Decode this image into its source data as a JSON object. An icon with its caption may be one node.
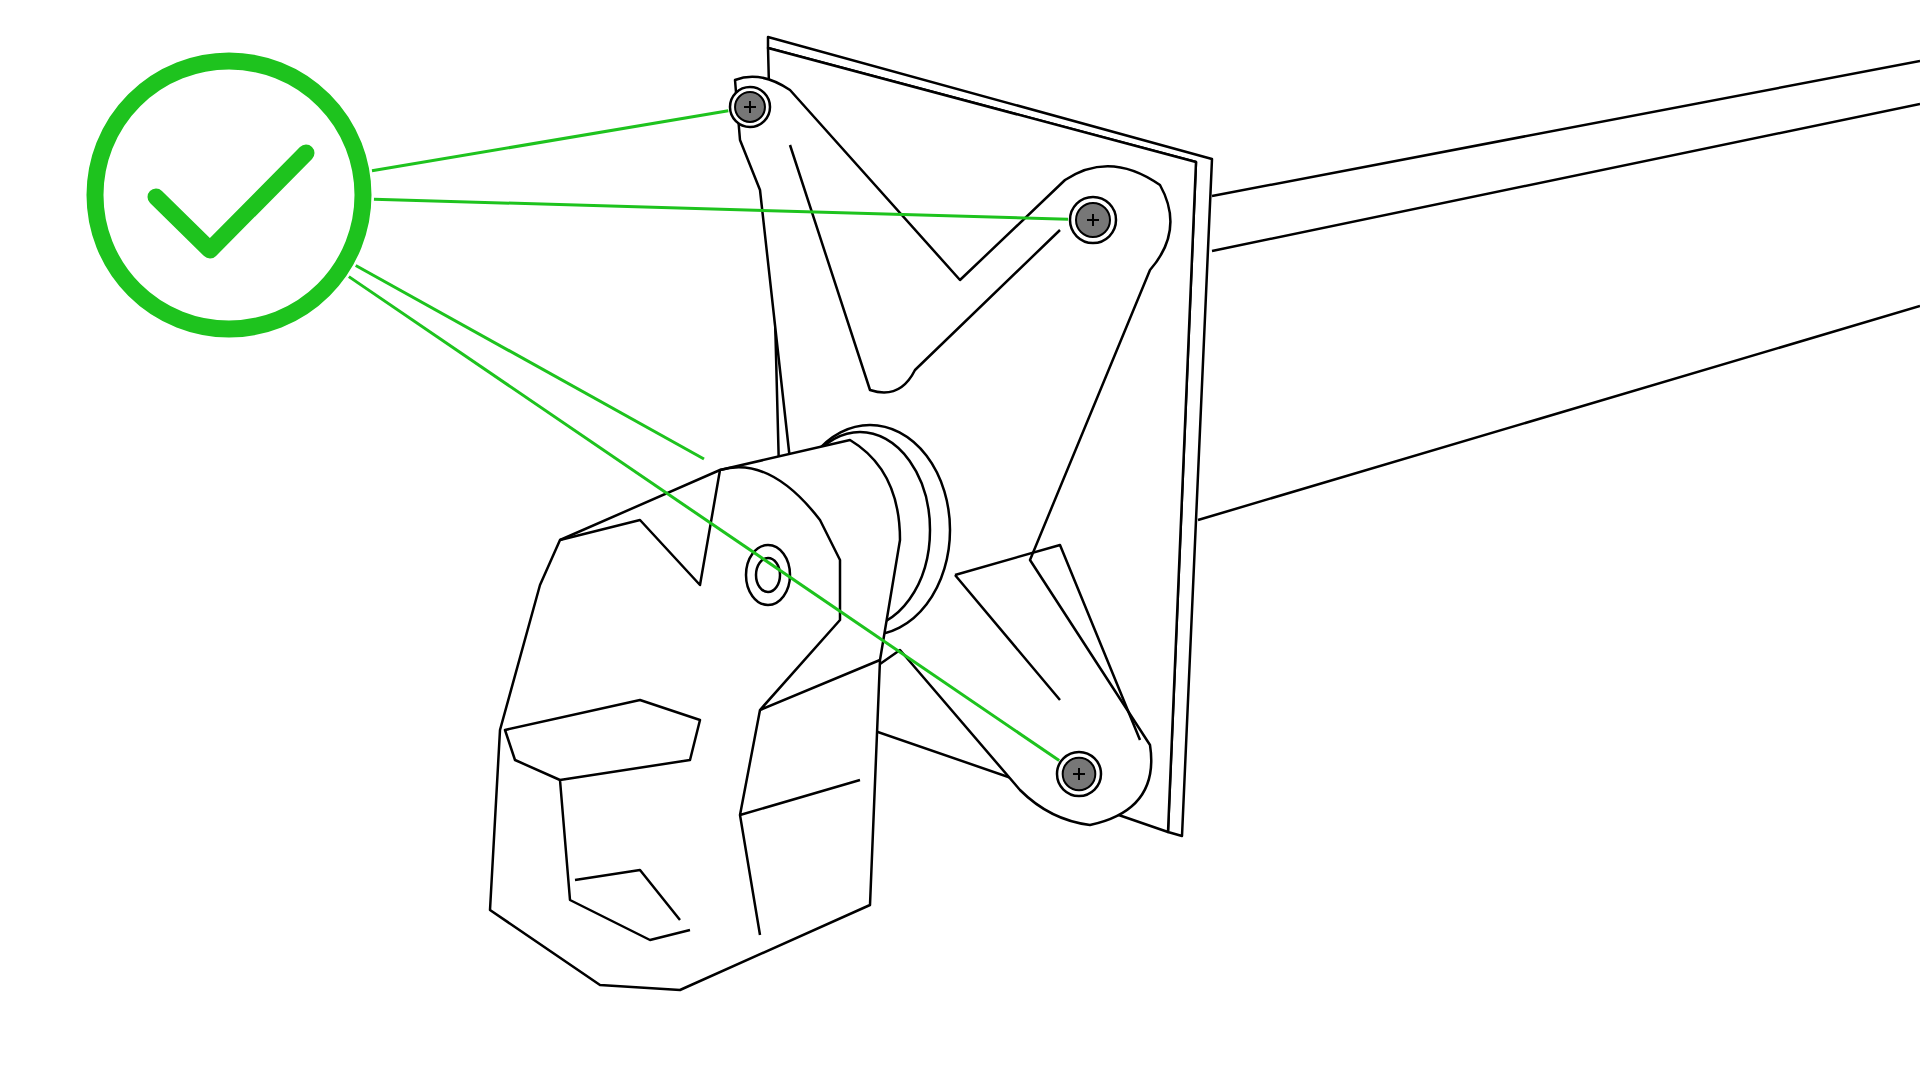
{
  "diagram": {
    "nodes": [
      {
        "text": [],
        "shape": "picture"
      },
      {
        "text": [],
        "shape": "circle"
      },
      {
        "text": [],
        "shape": "circle"
      },
      {
        "text": [],
        "shape": "circle"
      }
    ],
    "edges": [
      {
        "from": 0,
        "to": 1,
        "arrow": "none"
      },
      {
        "from": 0,
        "to": 2,
        "arrow": "none"
      },
      {
        "from": 0,
        "to": null,
        "arrow": "none"
      },
      {
        "from": 0,
        "to": 3,
        "arrow": "none"
      }
    ]
  }
}
